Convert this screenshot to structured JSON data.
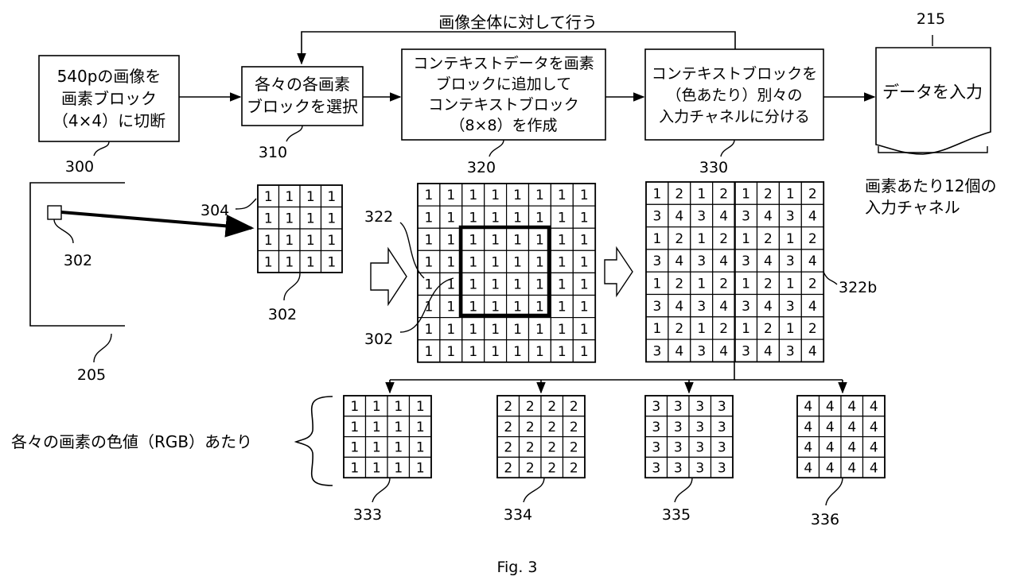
{
  "loop_label": "画像全体に対して行う",
  "steps": [
    {
      "lines": [
        "540pの画像を",
        "画素ブロック",
        "（4×4）に切断"
      ],
      "ref": "300"
    },
    {
      "lines": [
        "各々の各画素",
        "ブロックを選択"
      ],
      "ref": "310"
    },
    {
      "lines": [
        "コンテキストデータを画素",
        "ブロックに追加して",
        "コンテキストブロック",
        "（8×8）を作成"
      ],
      "ref": "320"
    },
    {
      "lines": [
        "コンテキストブロックを",
        "（色あたり）別々の",
        "入力チャネルに分ける"
      ],
      "ref": "330"
    }
  ],
  "data_input": {
    "label": "データを入力",
    "ref": "215"
  },
  "channels_caption": [
    "画素あたり12個の",
    "入力チャネル"
  ],
  "labels": {
    "image": "205",
    "pixel_square": "302",
    "block": "304",
    "block_ref": "302",
    "context_outer": "322",
    "context_inner": "302",
    "split_block": "322b"
  },
  "block_4x4": [
    [
      "1",
      "1",
      "1",
      "1"
    ],
    [
      "1",
      "1",
      "1",
      "1"
    ],
    [
      "1",
      "1",
      "1",
      "1"
    ],
    [
      "1",
      "1",
      "1",
      "1"
    ]
  ],
  "context_8x8": [
    [
      "1",
      "1",
      "1",
      "1",
      "1",
      "1",
      "1",
      "1"
    ],
    [
      "1",
      "1",
      "1",
      "1",
      "1",
      "1",
      "1",
      "1"
    ],
    [
      "1",
      "1",
      "1",
      "1",
      "1",
      "1",
      "1",
      "1"
    ],
    [
      "1",
      "1",
      "1",
      "1",
      "1",
      "1",
      "1",
      "1"
    ],
    [
      "1",
      "1",
      "1",
      "1",
      "1",
      "1",
      "1",
      "1"
    ],
    [
      "1",
      "1",
      "1",
      "1",
      "1",
      "1",
      "1",
      "1"
    ],
    [
      "1",
      "1",
      "1",
      "1",
      "1",
      "1",
      "1",
      "1"
    ],
    [
      "1",
      "1",
      "1",
      "1",
      "1",
      "1",
      "1",
      "1"
    ]
  ],
  "split_8x8": [
    [
      "1",
      "2",
      "1",
      "2",
      "1",
      "2",
      "1",
      "2"
    ],
    [
      "3",
      "4",
      "3",
      "4",
      "3",
      "4",
      "3",
      "4"
    ],
    [
      "1",
      "2",
      "1",
      "2",
      "1",
      "2",
      "1",
      "2"
    ],
    [
      "3",
      "4",
      "3",
      "4",
      "3",
      "4",
      "3",
      "4"
    ],
    [
      "1",
      "2",
      "1",
      "2",
      "1",
      "2",
      "1",
      "2"
    ],
    [
      "3",
      "4",
      "3",
      "4",
      "3",
      "4",
      "3",
      "4"
    ],
    [
      "1",
      "2",
      "1",
      "2",
      "1",
      "2",
      "1",
      "2"
    ],
    [
      "3",
      "4",
      "3",
      "4",
      "3",
      "4",
      "3",
      "4"
    ]
  ],
  "channel_blocks": [
    {
      "ref": "333",
      "cells": [
        [
          "1",
          "1",
          "1",
          "1"
        ],
        [
          "1",
          "1",
          "1",
          "1"
        ],
        [
          "1",
          "1",
          "1",
          "1"
        ],
        [
          "1",
          "1",
          "1",
          "1"
        ]
      ]
    },
    {
      "ref": "334",
      "cells": [
        [
          "2",
          "2",
          "2",
          "2"
        ],
        [
          "2",
          "2",
          "2",
          "2"
        ],
        [
          "2",
          "2",
          "2",
          "2"
        ],
        [
          "2",
          "2",
          "2",
          "2"
        ]
      ]
    },
    {
      "ref": "335",
      "cells": [
        [
          "3",
          "3",
          "3",
          "3"
        ],
        [
          "3",
          "3",
          "3",
          "3"
        ],
        [
          "3",
          "3",
          "3",
          "3"
        ],
        [
          "3",
          "3",
          "3",
          "3"
        ]
      ]
    },
    {
      "ref": "336",
      "cells": [
        [
          "4",
          "4",
          "4",
          "4"
        ],
        [
          "4",
          "4",
          "4",
          "4"
        ],
        [
          "4",
          "4",
          "4",
          "4"
        ],
        [
          "4",
          "4",
          "4",
          "4"
        ]
      ]
    }
  ],
  "color_label": "各々の画素の色値（RGB）あたり",
  "figure_caption": "Fig. 3"
}
